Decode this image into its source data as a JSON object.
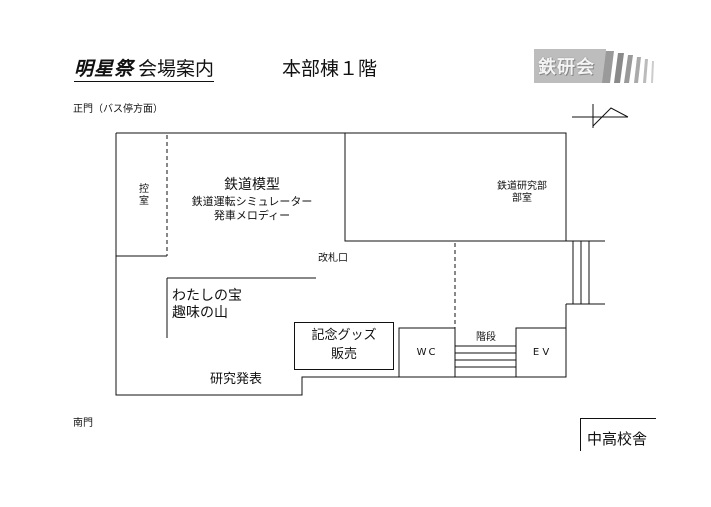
{
  "header": {
    "festival_logo": "明星祭",
    "festival_logo_prefix": "",
    "title": "会場案内",
    "floor": "本部棟１階",
    "club_logo": "鉄研会"
  },
  "gates": {
    "main_gate": "正門（バス停方面）",
    "south_gate": "南門"
  },
  "rooms": {
    "waiting_room": [
      "控",
      "室"
    ],
    "railway_model": [
      "鉄道模型",
      "鉄道運転シミュレーター",
      "発車メロディー"
    ],
    "club_room": [
      "鉄道研究部",
      "部室"
    ],
    "ticket_gate": "改札口",
    "treasure": [
      "わたしの宝",
      "趣味の山"
    ],
    "goods": [
      "記念グッズ",
      "販売"
    ],
    "wc": "WC",
    "stairs": "階段",
    "ev": "E V",
    "presentation": "研究発表"
  },
  "buildings": {
    "middle_high": "中高校舎"
  },
  "icons": {
    "compass": "north-arrow-icon"
  }
}
